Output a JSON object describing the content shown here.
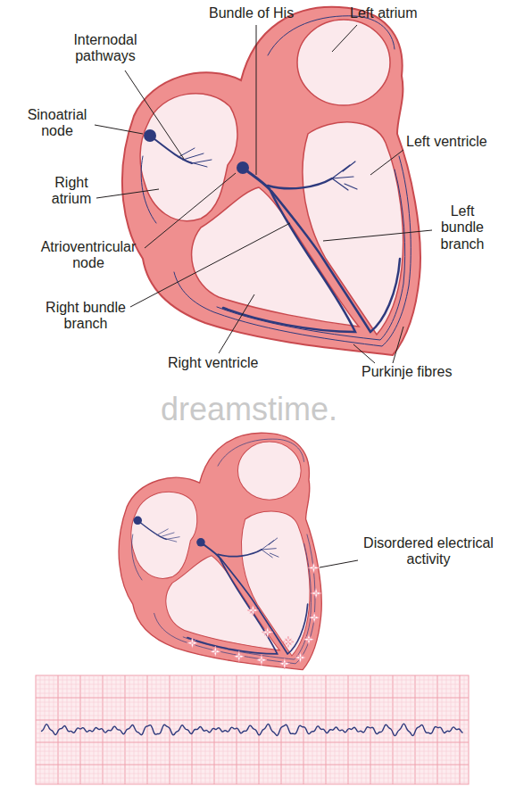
{
  "diagram": {
    "labels": [
      "Internodal pathways",
      "Bundle of His",
      "Left atrium",
      "Sinoatrial node",
      "Left ventricle",
      "Right atrium",
      "Left bundle branch",
      "Atrioventricular node",
      "Right bundle branch",
      "Right ventricle",
      "Purkinje fibres",
      "dreamstime.",
      "Disordered electrical activity"
    ]
  }
}
